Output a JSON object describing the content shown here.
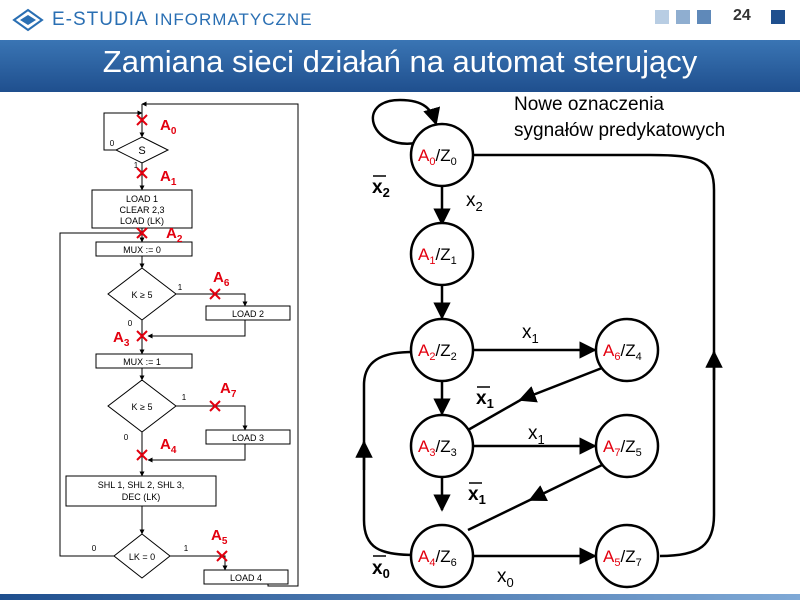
{
  "header": {
    "brand_main": "E-STUDIA",
    "brand_sub": "INFORMATYCZNE",
    "page_number": "24",
    "squares": [
      "#b8cde3",
      "#8faed0",
      "#5f89b9",
      "#1f4f8e"
    ]
  },
  "title": "Zamiana sieci działań na automat sterujący",
  "note": [
    "Nowe oznaczenia",
    "sygnałów predykatowych"
  ],
  "flowchart": {
    "decision_s": "S",
    "zero": "0",
    "one": "1",
    "load1": [
      "LOAD 1",
      "CLEAR 2,3",
      "LOAD (LK)"
    ],
    "mux0": "MUX := 0",
    "k_ge_5": "K ≥ 5",
    "load2": "LOAD 2",
    "mux1": "MUX := 1",
    "load3": "LOAD 3",
    "shl": [
      "SHL 1, SHL 2, SHL 3,",
      "DEC (LK)"
    ],
    "lk_eq_0": "LK = 0",
    "load4": "LOAD 4",
    "labels": [
      {
        "id": "A0",
        "letter": "A",
        "sub": "0"
      },
      {
        "id": "A1",
        "letter": "A",
        "sub": "1"
      },
      {
        "id": "A2",
        "letter": "A",
        "sub": "2"
      },
      {
        "id": "A6",
        "letter": "A",
        "sub": "6"
      },
      {
        "id": "A3",
        "letter": "A",
        "sub": "3"
      },
      {
        "id": "A7",
        "letter": "A",
        "sub": "7"
      },
      {
        "id": "A4",
        "letter": "A",
        "sub": "4"
      },
      {
        "id": "A5",
        "letter": "A",
        "sub": "5"
      }
    ]
  },
  "automaton": {
    "states": [
      {
        "a": "0",
        "z": "0"
      },
      {
        "a": "1",
        "z": "1"
      },
      {
        "a": "2",
        "z": "2"
      },
      {
        "a": "6",
        "z": "4"
      },
      {
        "a": "3",
        "z": "3"
      },
      {
        "a": "7",
        "z": "5"
      },
      {
        "a": "4",
        "z": "6"
      },
      {
        "a": "5",
        "z": "7"
      }
    ],
    "edge_labels": [
      {
        "x": "x",
        "sub": "2",
        "bar": true
      },
      {
        "x": "x",
        "sub": "2",
        "bar": false
      },
      {
        "x": "x",
        "sub": "1",
        "bar": false
      },
      {
        "x": "x",
        "sub": "1",
        "bar": true
      },
      {
        "x": "x",
        "sub": "1",
        "bar": false
      },
      {
        "x": "x",
        "sub": "1",
        "bar": true
      },
      {
        "x": "x",
        "sub": "0",
        "bar": true
      },
      {
        "x": "x",
        "sub": "0",
        "bar": false
      }
    ]
  },
  "colors": {
    "red": "#e3000f",
    "title_bar": "#2b64a3",
    "brand": "#2a6fb3"
  }
}
